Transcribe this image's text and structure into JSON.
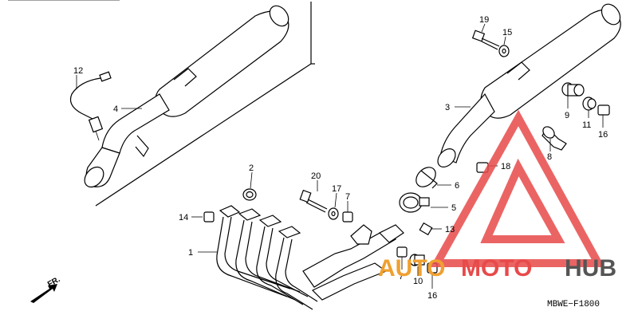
{
  "callouts": {
    "c1": "1",
    "c2": "2",
    "c3": "3",
    "c4": "4",
    "c5": "5",
    "c6": "6",
    "c7a": "7",
    "c7b": "7",
    "c8": "8",
    "c9": "9",
    "c10": "10",
    "c11": "11",
    "c12": "12",
    "c13": "13",
    "c14": "14",
    "c15": "15",
    "c16a": "16",
    "c16b": "16",
    "c17": "17",
    "c18": "18",
    "c19": "19",
    "c20": "20"
  },
  "direction_label": "FR.",
  "diagram_code": "MBWE−F1800",
  "watermark": {
    "part1": "AUTO",
    "part2": "MOTO",
    "part3": "HUB",
    "color_orange": "#f0a030",
    "color_red": "#e84a4a",
    "color_dark": "#555555"
  }
}
